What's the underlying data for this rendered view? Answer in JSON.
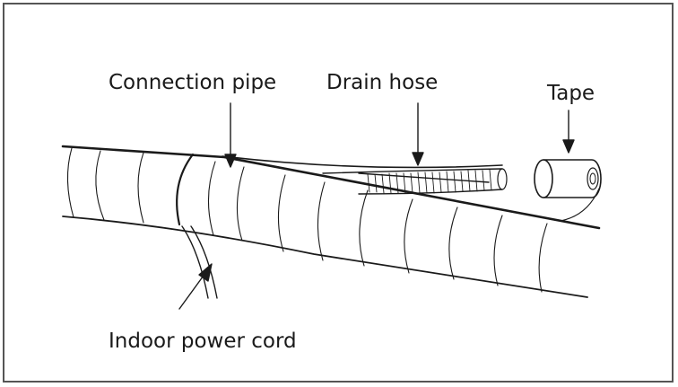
{
  "labels": {
    "connection_pipe": "Connection pipe",
    "drain_hose": "Drain hose",
    "tape": "Tape",
    "indoor_power_cord": "Indoor power cord"
  },
  "colors": {
    "stroke": "#1a1a1a",
    "frame": "#555555",
    "background": "#ffffff"
  }
}
